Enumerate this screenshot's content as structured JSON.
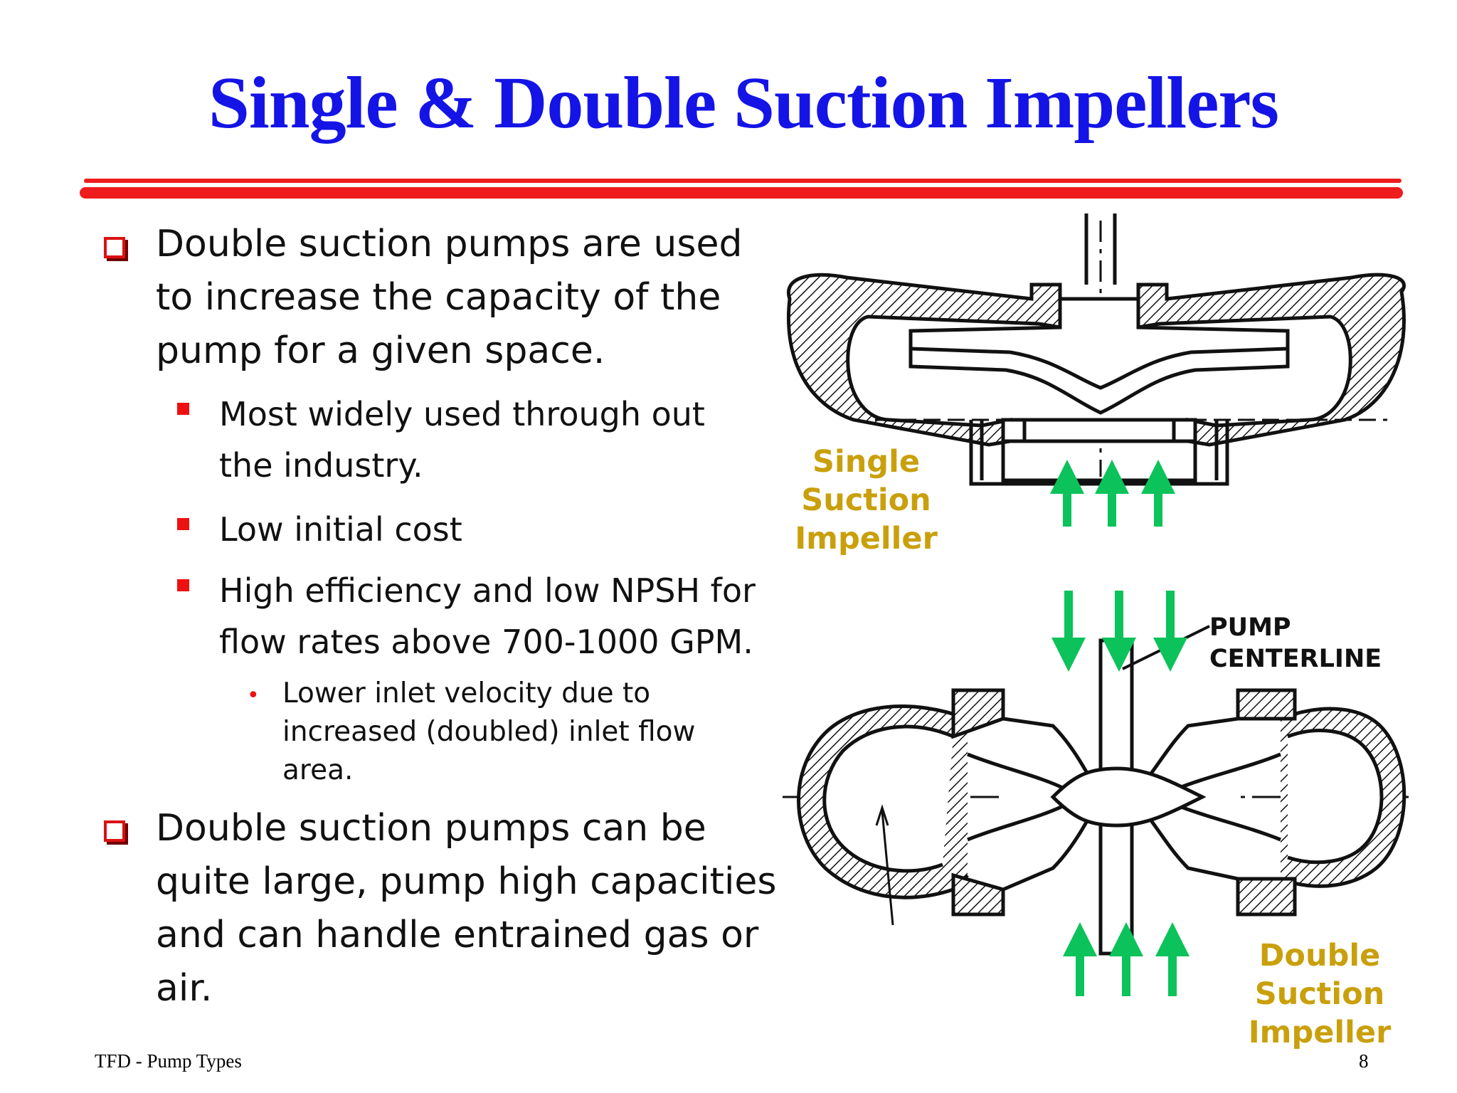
{
  "slide": {
    "title": "Single & Double Suction Impellers",
    "bullets": [
      {
        "text": [
          "Double suction pumps are used",
          "to increase the capacity of the",
          "pump for a given space."
        ],
        "subbullets": [
          {
            "text": [
              "Most widely used through out",
              "the industry."
            ]
          },
          {
            "text": [
              "Low initial cost"
            ]
          },
          {
            "text": [
              "High efficiency and low NPSH for",
              "flow rates above 700-1000 GPM."
            ],
            "subsub": [
              "Lower inlet velocity due to",
              "increased (doubled) inlet flow",
              "area."
            ]
          }
        ]
      },
      {
        "text": [
          "Double suction pumps can be",
          "quite large, pump high capacities",
          "and can handle entrained gas or",
          "air."
        ]
      }
    ]
  },
  "diagram": {
    "single_label": [
      "Single",
      "Suction",
      "Impeller"
    ],
    "double_label": [
      "Double",
      "Suction",
      "Impeller"
    ],
    "centerline_label": [
      "PUMP",
      "CENTERLINE"
    ],
    "arrow_color": "#0cc25a",
    "label_color": "#c9a00c"
  },
  "footer": {
    "left": "TFD - Pump Types",
    "page": "8"
  },
  "colors": {
    "title": "#1414e6",
    "rule": "#ee1c1c",
    "bullet": "#ee1111"
  }
}
